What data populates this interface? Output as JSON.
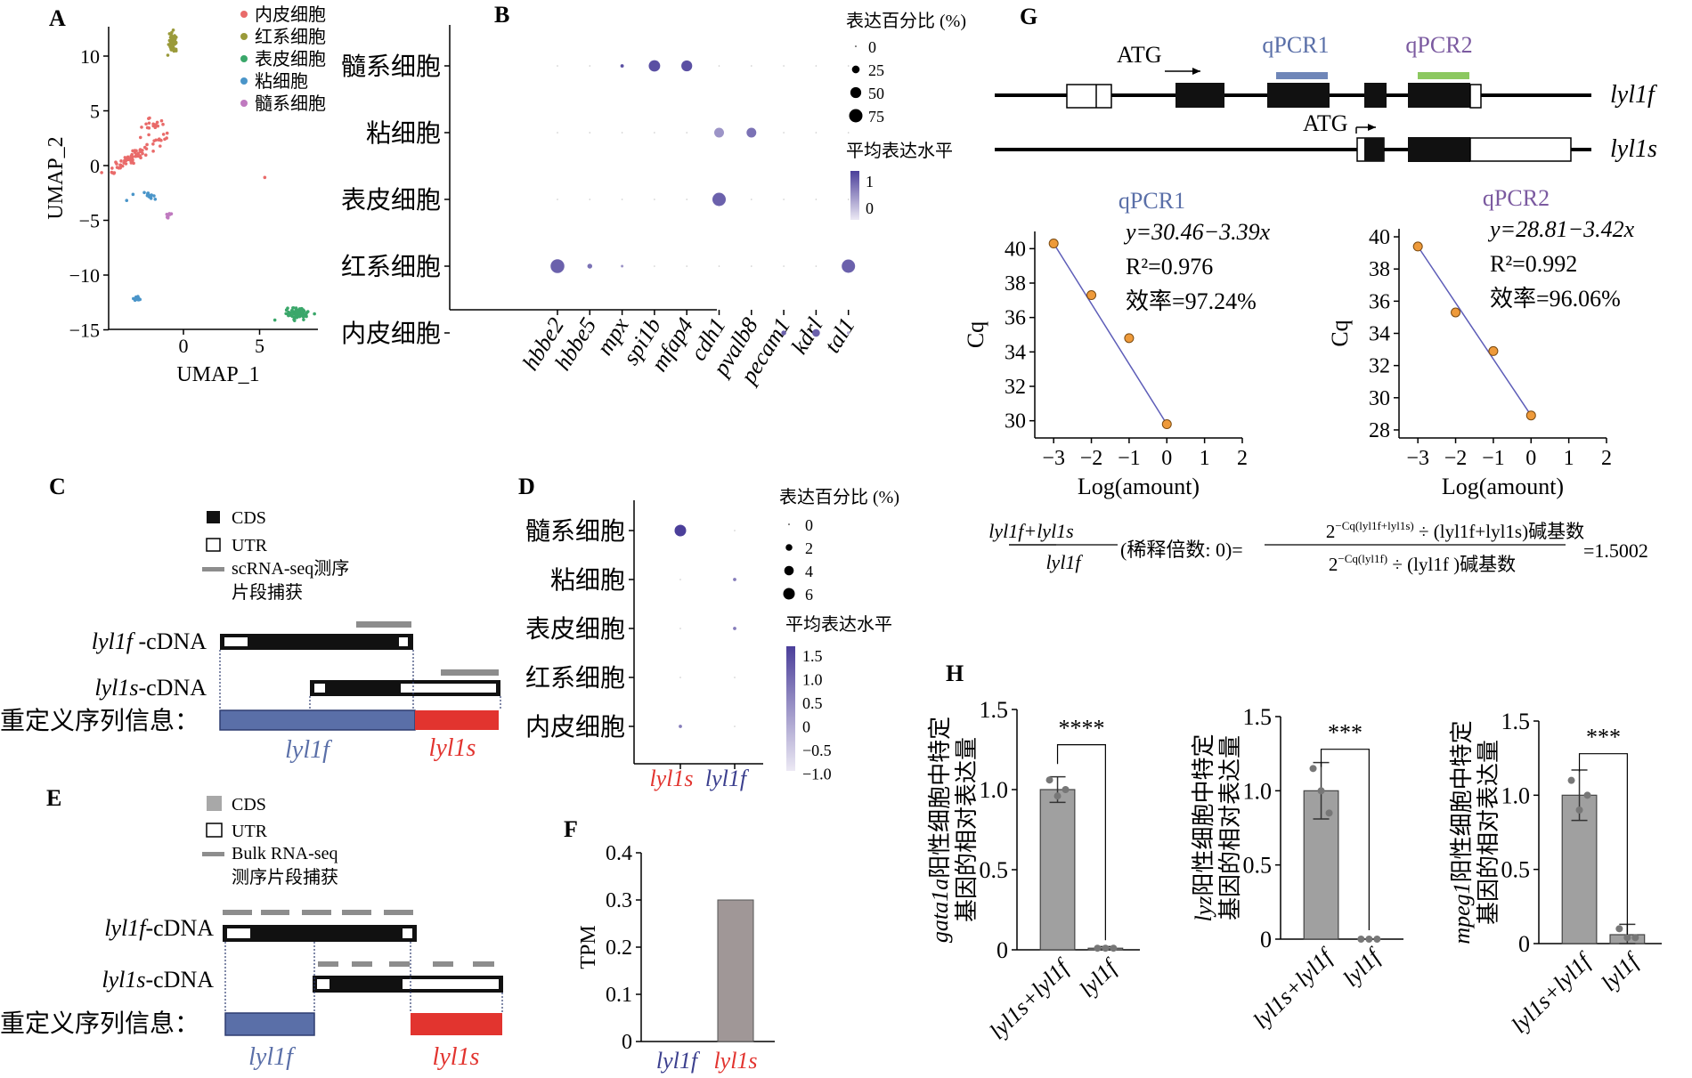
{
  "colors": {
    "endothelial": "#e96b6a",
    "erythroid": "#9a9a3a",
    "epidermal": "#3aa76a",
    "mucous": "#4a95c9",
    "myeloid": "#c07ac0",
    "dot_purple": "#4b3f9a",
    "dot_light": "#c9c2e2",
    "lyl1f_blue": "#5a6fa8",
    "lyl1s_red": "#e2342f",
    "qpcr1_bar": "#6f86b8",
    "qpcr2_bar": "#8cc860",
    "std_line": "#5d5db8",
    "std_point": "#ee9a3a",
    "bar_gray": "#a0a0a0",
    "bar_F": "#a09797",
    "read_gray": "#8d8d8d"
  },
  "panels": {
    "A": "A",
    "B": "B",
    "C": "C",
    "D": "D",
    "E": "E",
    "F": "F",
    "G": "G",
    "H": "H"
  },
  "panelA": {
    "xlabel": "UMAP_1",
    "ylabel": "UMAP_2",
    "xticks": [
      "0",
      "5"
    ],
    "yticks": [
      "10",
      "5",
      "0",
      "−5",
      "−10",
      "−15"
    ],
    "legend": [
      "内皮细胞",
      "红系细胞",
      "表皮细胞",
      "粘细胞",
      "髓系细胞"
    ],
    "clusters": [
      {
        "type": "endothelial",
        "cx": -3.3,
        "cy": 0.8,
        "sx": 0.6,
        "sy": 0.5,
        "n": 70
      },
      {
        "type": "endothelial",
        "cx": -2.0,
        "cy": 3.8,
        "sx": 0.4,
        "sy": 0.4,
        "n": 18
      },
      {
        "type": "endothelial",
        "cx": 5.4,
        "cy": -1.1,
        "sx": 0.05,
        "sy": 0.05,
        "n": 1
      },
      {
        "type": "erythroid",
        "cx": -0.7,
        "cy": 11.3,
        "sx": 0.12,
        "sy": 0.35,
        "n": 60
      },
      {
        "type": "epidermal",
        "cx": 7.5,
        "cy": -13.5,
        "sx": 0.35,
        "sy": 0.25,
        "n": 90
      },
      {
        "type": "mucous",
        "cx": -2.2,
        "cy": -2.8,
        "sx": 0.2,
        "sy": 0.15,
        "n": 12
      },
      {
        "type": "mucous",
        "cx": -3.0,
        "cy": -12.2,
        "sx": 0.12,
        "sy": 0.12,
        "n": 12
      },
      {
        "type": "mucous",
        "cx": -3.8,
        "cy": -3.2,
        "sx": 0.05,
        "sy": 0.05,
        "n": 1
      },
      {
        "type": "mucous",
        "cx": -3.3,
        "cy": -2.6,
        "sx": 0.05,
        "sy": 0.05,
        "n": 1
      },
      {
        "type": "myeloid",
        "cx": -1.0,
        "cy": -4.5,
        "sx": 0.15,
        "sy": 0.15,
        "n": 8
      }
    ]
  },
  "panelB": {
    "rows": [
      "髓系细胞",
      "粘细胞",
      "表皮细胞",
      "红系细胞",
      "内皮细胞"
    ],
    "genes": [
      "hbbe2",
      "hbbe5",
      "mpx",
      "spi1b",
      "mfap4",
      "cdh1",
      "pvalb8",
      "pecam1",
      "kdrl",
      "tal1"
    ],
    "dots": [
      {
        "row": 0,
        "gene": 2,
        "pct": 5,
        "expr": 0.9
      },
      {
        "row": 0,
        "gene": 3,
        "pct": 55,
        "expr": 0.9
      },
      {
        "row": 0,
        "gene": 4,
        "pct": 50,
        "expr": 0.9
      },
      {
        "row": 1,
        "gene": 5,
        "pct": 40,
        "expr": 0.5
      },
      {
        "row": 1,
        "gene": 6,
        "pct": 40,
        "expr": 0.7
      },
      {
        "row": 2,
        "gene": 5,
        "pct": 75,
        "expr": 0.8
      },
      {
        "row": 3,
        "gene": 0,
        "pct": 80,
        "expr": 0.8
      },
      {
        "row": 3,
        "gene": 1,
        "pct": 10,
        "expr": 0.7
      },
      {
        "row": 3,
        "gene": 2,
        "pct": 3,
        "expr": 0.5
      },
      {
        "row": 3,
        "gene": 9,
        "pct": 75,
        "expr": 0.8
      },
      {
        "row": 4,
        "gene": 7,
        "pct": 10,
        "expr": 0.8
      },
      {
        "row": 4,
        "gene": 8,
        "pct": 25,
        "expr": 0.8
      },
      {
        "row": 4,
        "gene": 9,
        "pct": 4,
        "expr": 0.4
      }
    ],
    "size_title": "表达百分比 (%)",
    "size_labels": [
      "0",
      "25",
      "50",
      "75"
    ],
    "color_title": "平均表达水平",
    "color_labels": [
      "1",
      "0"
    ]
  },
  "panelC": {
    "legend": [
      "CDS",
      "UTR",
      "scRNA-seq测序",
      "片段捕获"
    ],
    "lyl1f_name": "lyl1f",
    "lyl1f_suffix": " -cDNA",
    "lyl1s_name": "lyl1s",
    "lyl1s_suffix": "-cDNA",
    "redefine": "重定义序列信息：",
    "label_f": "lyl1f",
    "label_s": "lyl1s"
  },
  "panelD": {
    "rows": [
      "髓系细胞",
      "粘细胞",
      "表皮细胞",
      "红系细胞",
      "内皮细胞"
    ],
    "genes": [
      "lyl1s",
      "lyl1f"
    ],
    "dots": [
      {
        "row": 0,
        "gene": 0,
        "pct": 6,
        "expr": 1.5
      },
      {
        "row": 1,
        "gene": 1,
        "pct": 0.5,
        "expr": 0.6
      },
      {
        "row": 2,
        "gene": 1,
        "pct": 0.5,
        "expr": 0.6
      },
      {
        "row": 4,
        "gene": 0,
        "pct": 0.5,
        "expr": 0.6
      }
    ],
    "size_title": "表达百分比 (%)",
    "size_labels": [
      "0",
      "2",
      "4",
      "6"
    ],
    "color_title": "平均表达水平",
    "color_labels": [
      "1.5",
      "1.0",
      "0.5",
      "0",
      "−0.5",
      "−1.0"
    ]
  },
  "panelE": {
    "legend": [
      "CDS",
      "UTR",
      "Bulk RNA-seq",
      "测序片段捕获"
    ],
    "lyl1f_name": "lyl1f",
    "lyl1f_suffix": "-cDNA",
    "lyl1s_name": "lyl1s",
    "lyl1s_suffix": "-cDNA",
    "redefine": "重定义序列信息：",
    "label_f": "lyl1f",
    "label_s": "lyl1s"
  },
  "panelG": {
    "atg1": "ATG",
    "atg2": "ATG",
    "qpcr1": "qPCR1",
    "qpcr2": "qPCR2",
    "lyl1f": "lyl1f",
    "lyl1s": "lyl1s",
    "formula_num": "lyl1f+lyl1s",
    "formula_den": "lyl1f",
    "formula_mid": "(稀释倍数: 0)=",
    "formula_right_num_base": "2",
    "formula_right_num_exp": "−Cq(lyl1f+lyl1s)",
    "formula_right_num_rest": " ÷ (lyl1f+lyl1s)碱基数",
    "formula_right_den_base": "2",
    "formula_right_den_exp": "−Cq(lyl1f)",
    "formula_right_den_rest": " ÷ (lyl1f )碱基数",
    "formula_result": "=1.5002"
  },
  "chart_data": [
    {
      "type": "scatter",
      "title": "qPCR1",
      "xlabel": "Log(amount)",
      "ylabel": "Cq",
      "xlim": [
        -3.5,
        2
      ],
      "ylim": [
        29,
        41
      ],
      "xticks": [
        "−3",
        "−2",
        "−1",
        "0",
        "1",
        "2"
      ],
      "yticks": [
        "30",
        "32",
        "34",
        "36",
        "38",
        "40"
      ],
      "x": [
        -3,
        -2,
        -1,
        0
      ],
      "y": [
        40.3,
        37.3,
        34.8,
        29.8
      ],
      "fit": {
        "intercept": 30.46,
        "slope": -3.39
      },
      "eq": "y=30.46−3.39x",
      "r2": "R²=0.976",
      "eff": "效率=97.24%"
    },
    {
      "type": "scatter",
      "title": "qPCR2",
      "xlabel": "Log(amount)",
      "ylabel": "Cq",
      "xlim": [
        -3.5,
        2
      ],
      "ylim": [
        27.5,
        40.5
      ],
      "xticks": [
        "−3",
        "−2",
        "−1",
        "0",
        "1",
        "2"
      ],
      "yticks": [
        "28",
        "30",
        "32",
        "34",
        "36",
        "38",
        "40"
      ],
      "x": [
        -3,
        -2,
        -1,
        0
      ],
      "y": [
        39.4,
        35.3,
        32.9,
        28.9
      ],
      "fit": {
        "intercept": 28.81,
        "slope": -3.42
      },
      "eq": "y=28.81−3.42x",
      "r2": "R²=0.992",
      "eff": "效率=96.06%"
    },
    {
      "type": "bar",
      "ylabel": "TPM",
      "categories": [
        "lyl1f",
        "lyl1s"
      ],
      "values": [
        0,
        0.3
      ],
      "ylim": [
        0,
        0.4
      ],
      "yticks": [
        "0",
        "0.1",
        "0.2",
        "0.3",
        "0.4"
      ]
    },
    {
      "type": "bar",
      "ylabel": "gata1a阳性细胞中特定基因的相对表达量",
      "ylabel_gene": "gata1a",
      "ylabel_1": "阳性细胞中特定",
      "ylabel_2": "基因的相对表达量",
      "categories": [
        "lyl1s+lyl1f",
        "lyl1f"
      ],
      "values": [
        1.0,
        0.01
      ],
      "errors": [
        0.08,
        0.01
      ],
      "points": [
        [
          1.06,
          0.96,
          1.0
        ],
        [
          0.01,
          0.01,
          0.01
        ]
      ],
      "sig": "****",
      "ylim": [
        0,
        1.5
      ],
      "yticks": [
        "0",
        "0.5",
        "1.0",
        "1.5"
      ]
    },
    {
      "type": "bar",
      "ylabel": "lyz阳性细胞中特定基因的相对表达量",
      "ylabel_gene": "lyz",
      "ylabel_1": "阳性细胞中特定",
      "ylabel_2": "基因的相对表达量",
      "categories": [
        "lyl1s+lyl1f",
        "lyl1f"
      ],
      "values": [
        1.0,
        0.0
      ],
      "errors": [
        0.19,
        0.0
      ],
      "points": [
        [
          1.15,
          1.0,
          0.85
        ],
        [
          0.0,
          0.0,
          0.0
        ]
      ],
      "sig": "***",
      "ylim": [
        0,
        1.5
      ],
      "yticks": [
        "0",
        "0.5",
        "1.0",
        "1.5"
      ]
    },
    {
      "type": "bar",
      "ylabel": "mpeg1阳性细胞中特定基因的相对表达量",
      "ylabel_gene": "mpeg1",
      "ylabel_1": "阳性细胞中特定",
      "ylabel_2": "基因的相对表达量",
      "categories": [
        "lyl1s+lyl1f",
        "lyl1f"
      ],
      "values": [
        1.0,
        0.06
      ],
      "errors": [
        0.17,
        0.07
      ],
      "points": [
        [
          1.1,
          0.9,
          1.0
        ],
        [
          0.1,
          0.04,
          0.04
        ]
      ],
      "sig": "***",
      "ylim": [
        0,
        1.5
      ],
      "yticks": [
        "0",
        "0.5",
        "1.0",
        "1.5"
      ]
    }
  ]
}
